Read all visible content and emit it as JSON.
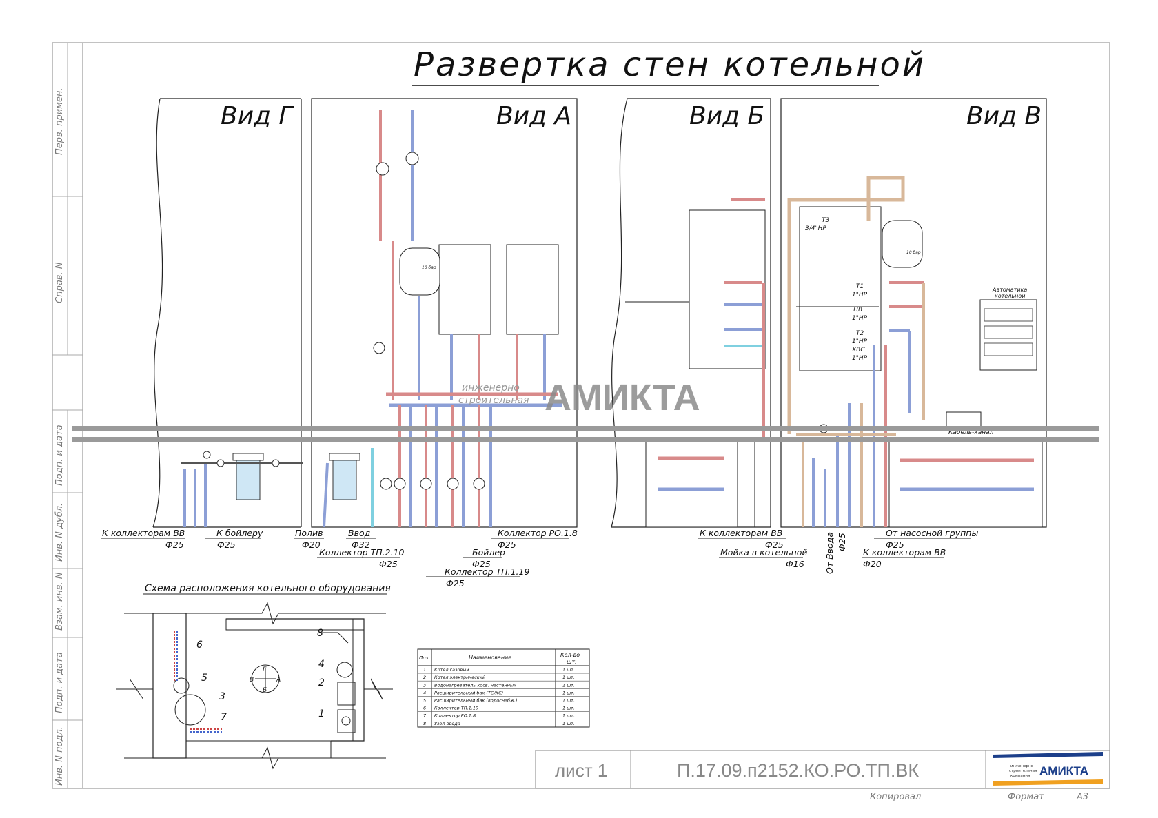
{
  "title": "Развертка стен котельной",
  "views": {
    "g": "Вид Г",
    "a": "Вид А",
    "b": "Вид Б",
    "v": "Вид В"
  },
  "side_labels": {
    "perv_primen": "Перв. примен.",
    "sprav": "Справ. N",
    "podp_data_1": "Подп. и дата",
    "inv_dubl": "Инв. N дубл.",
    "vzam_inv": "Взам. инв. N",
    "podp_data_2": "Подп. и дата",
    "inv_podl": "Инв. N подл."
  },
  "watermark": {
    "big": "АМИКТА",
    "small_1": "инженерно",
    "small_2": "строительная"
  },
  "tank_labels": {
    "tank_a": "10 бар",
    "tank_v": "10 бар"
  },
  "pipe_labels_g": {
    "k_kollektoram_vv": "К коллекторам ВВ",
    "k_kollektoram_vv_d": "Ф25",
    "k_boileru": "К бойлеру",
    "k_boileru_d": "Ф25"
  },
  "pipe_labels_a": {
    "poliv": "Полив",
    "poliv_d": "Ф20",
    "vvod": "Ввод",
    "vvod_d": "Ф32",
    "koll_tp210": "Коллектор ТП.2.10",
    "koll_tp210_d": "Ф25",
    "boiler": "Бойлер",
    "boiler_d": "Ф25",
    "koll_tp119": "Коллектор ТП.1.19",
    "koll_tp119_d": "Ф25",
    "koll_ro18": "Коллектор РО.1.8",
    "koll_ro18_d": "Ф25"
  },
  "pipe_labels_b": {
    "k_kollektoram_vv": "К коллекторам ВВ",
    "k_kollektoram_vv_d": "Ф25",
    "moika": "Мойка в котельной",
    "moika_d": "Ф16"
  },
  "pipe_labels_v": {
    "ot_vvoda": "От Ввода",
    "ot_vvoda_d": "Ф25",
    "ot_nasosnoi": "От насосной группы",
    "ot_nasosnoi_d": "Ф25",
    "k_kollektoram_vv": "К коллекторам ВВ",
    "k_kollektoram_vv_d": "Ф20",
    "t3": "Т3",
    "t3_size": "3/4\"НР",
    "t1": "Т1",
    "t1_size": "1\"НР",
    "tsv": "ЦВ",
    "tsv_size": "1\"НР",
    "t2": "Т2",
    "t2_size": "1\"НР",
    "hvs": "ХВС",
    "hvs_size": "1\"НР",
    "kabel_kanal": "Кабель-канал",
    "avtomatika_1": "Автоматика",
    "avtomatika_2": "котельной"
  },
  "scheme": {
    "title": "Схема расположения котельного оборудования",
    "numbers": [
      "1",
      "2",
      "3",
      "4",
      "5",
      "6",
      "7",
      "8"
    ],
    "compass": {
      "g": "Г",
      "a": "А",
      "b": "Б",
      "v": "В"
    }
  },
  "spec_table": {
    "headers": {
      "pos": "Поз.",
      "name": "Наименование",
      "qty_1": "Кол-во",
      "qty_2": "шт."
    },
    "rows": [
      {
        "pos": "1",
        "name": "Котел газовый",
        "qty": "1 шт."
      },
      {
        "pos": "2",
        "name": "Котел электрический",
        "qty": "1 шт."
      },
      {
        "pos": "3",
        "name": "Водонагреватель косв. настенный",
        "qty": "1 шт."
      },
      {
        "pos": "4",
        "name": "Расширительный бак (ТС/ХС)",
        "qty": "1 шт."
      },
      {
        "pos": "5",
        "name": "Расширительный бак (водоснабж.)",
        "qty": "1 шт."
      },
      {
        "pos": "6",
        "name": "Коллектор ТП.1.19",
        "qty": "1 шт."
      },
      {
        "pos": "7",
        "name": "Коллектор РО.1.8",
        "qty": "1 шт."
      },
      {
        "pos": "8",
        "name": "Узел ввода",
        "qty": "1 шт."
      }
    ]
  },
  "title_block": {
    "sheet": "лист 1",
    "code": "П.17.09.п2152.КО.РО.ТП.ВК",
    "logo_text": "АМИКТА",
    "logo_small_1": "инженерно",
    "logo_small_2": "строительная",
    "logo_small_3": "компания"
  },
  "footer": {
    "kopiroval": "Копировал",
    "format": "Формат",
    "format_value": "А3"
  },
  "colors": {
    "line": "#1a1a1a",
    "pipe_red": "#d88a8a",
    "pipe_blue": "#8c9fd6",
    "pipe_cyan": "#7fd0e0",
    "cable": "#9a9a9a",
    "logo_blue": "#1c3f8a",
    "logo_orange": "#f0a020"
  }
}
